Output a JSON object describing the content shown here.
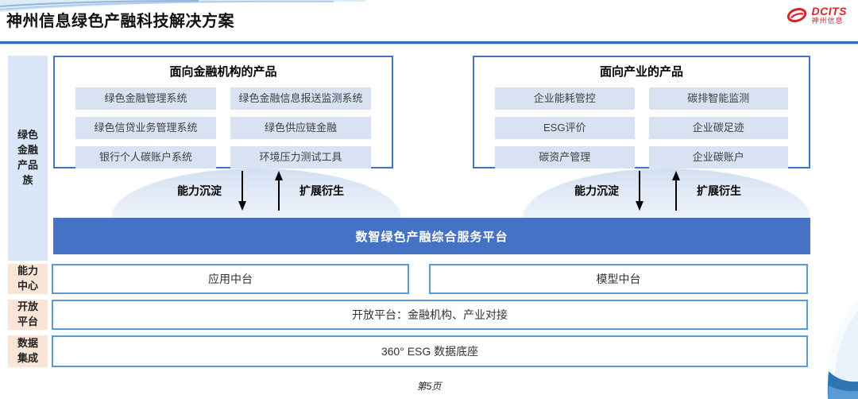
{
  "header": {
    "title": "神州信息绿色产融科技解决方案",
    "logo": {
      "brand": "DCITS",
      "brand_cn": "神州信息"
    }
  },
  "sidebar": {
    "product_family_label": "绿色金融产品族",
    "rows": [
      {
        "label": "能力中心"
      },
      {
        "label": "开放平台"
      },
      {
        "label": "数据集成"
      }
    ]
  },
  "product_groups": [
    {
      "title": "面向金融机构的产品",
      "items": [
        "绿色金融管理系统",
        "绿色金融信息报送监测系统",
        "绿色信贷业务管理系统",
        "绿色供应链金融",
        "银行个人碳账户系统",
        "环境压力测试工具"
      ]
    },
    {
      "title": "面向产业的产品",
      "items": [
        "企业能耗管控",
        "碳排智能监测",
        "ESG评价",
        "企业碳足迹",
        "碳资产管理",
        "企业碳账户"
      ]
    }
  ],
  "arrows": {
    "down_label": "能力沉淀",
    "up_label": "扩展衍生"
  },
  "platform": {
    "label": "数智绿色产融综合服务平台"
  },
  "capability_row": {
    "items": [
      "应用中台",
      "模型中台"
    ]
  },
  "open_platform_row": {
    "label": "开放平台：金融机构、产业对接"
  },
  "data_row": {
    "label": "360° ESG 数据底座"
  },
  "footer": {
    "page_label": "第5页"
  },
  "colors": {
    "accent_blue": "#4472c4",
    "light_blue_border": "#5b9bd5",
    "item_fill": "#d9e2f3",
    "sidebar_blue": "#d9e7f8",
    "sidebar_peach": "#fbe5d6",
    "logo_red": "#d8232a",
    "header_rule": "#2e75b6"
  }
}
